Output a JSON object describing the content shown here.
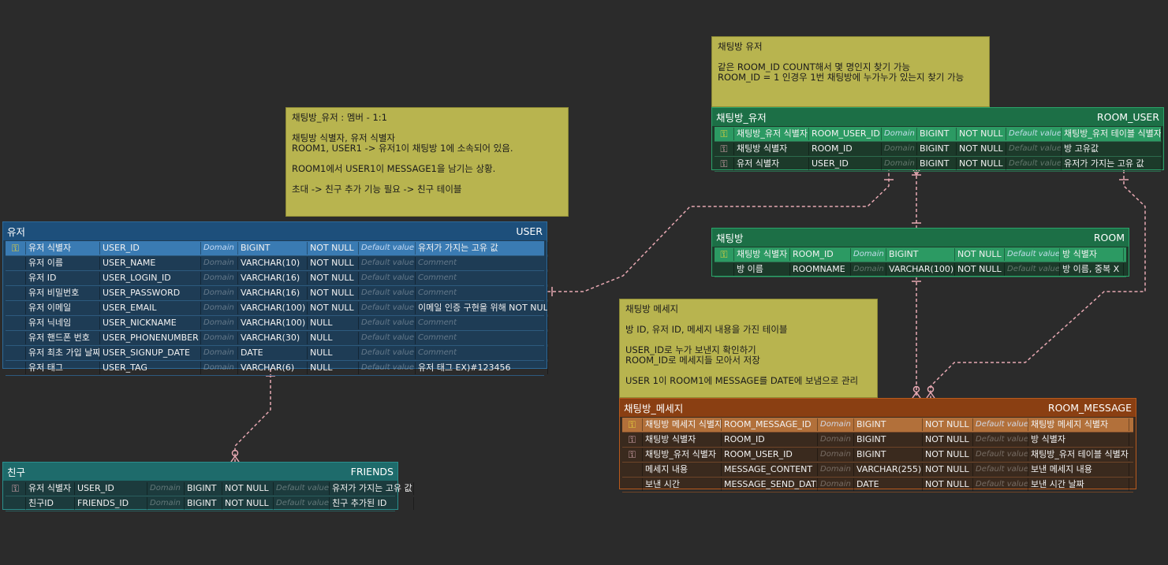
{
  "notes": {
    "member": [
      "채팅방_유저 : 멤버 - 1:1",
      "채팅방 식별자, 유저 식별자\nROOM1, USER1 -> 유저1이 채팅방 1에 소속되어 있음.",
      "ROOM1에서 USER1이 MESSAGE1을 남기는 상황.",
      "초대 -> 친구 추가 기능 필요 -> 친구 테이블"
    ],
    "room_user": [
      "채팅방 유저",
      "같은 ROOM_ID COUNT해서 몇 명인지 찾기 가능\nROOM_ID = 1 인경우 1번 채팅방에 누가누가 있는지 찾기 가능"
    ],
    "room_message": [
      "채팅방 메세지",
      "방 ID, 유저 ID, 메세지 내용을 가진 테이블",
      "USER_ID로 누가 보낸지 확인하기\nROOM_ID로 메세지들 모아서 저장",
      "USER 1이 ROOM1에 MESSAGE를 DATE에 보냄으로 관리"
    ]
  },
  "tables": {
    "user": {
      "logical_name": "유저",
      "physical_name": "USER",
      "rows": [
        {
          "key": "pk",
          "logical": "유저 식별자",
          "physical": "USER_ID",
          "domain": "Domain",
          "type": "BIGINT",
          "null": "NOT NULL",
          "default": "Default value",
          "comment": "유저가 가지는 고유 값",
          "comment_ph": false
        },
        {
          "key": "",
          "logical": "유저 이름",
          "physical": "USER_NAME",
          "domain": "Domain",
          "type": "VARCHAR(10)",
          "null": "NOT NULL",
          "default": "Default value",
          "comment": "Comment",
          "comment_ph": true
        },
        {
          "key": "",
          "logical": "유저 ID",
          "physical": "USER_LOGIN_ID",
          "domain": "Domain",
          "type": "VARCHAR(16)",
          "null": "NOT NULL",
          "default": "Default value",
          "comment": "Comment",
          "comment_ph": true
        },
        {
          "key": "",
          "logical": "유저 비밀번호",
          "physical": "USER_PASSWORD",
          "domain": "Domain",
          "type": "VARCHAR(16)",
          "null": "NOT NULL",
          "default": "Default value",
          "comment": "Comment",
          "comment_ph": true
        },
        {
          "key": "",
          "logical": "유저 이메일",
          "physical": "USER_EMAIL",
          "domain": "Domain",
          "type": "VARCHAR(100)",
          "null": "NOT NULL",
          "default": "Default value",
          "comment": "이메일 인증 구현을 위해 NOT NULL",
          "comment_ph": false
        },
        {
          "key": "",
          "logical": "유저 닉네임",
          "physical": "USER_NICKNAME",
          "domain": "Domain",
          "type": "VARCHAR(100)",
          "null": "NULL",
          "default": "Default value",
          "comment": "Comment",
          "comment_ph": true
        },
        {
          "key": "",
          "logical": "유저 핸드폰 번호",
          "physical": "USER_PHONENUMBER",
          "domain": "Domain",
          "type": "VARCHAR(30)",
          "null": "NULL",
          "default": "Default value",
          "comment": "Comment",
          "comment_ph": true
        },
        {
          "key": "",
          "logical": "유저 최초 가입 날짜",
          "physical": "USER_SIGNUP_DATE",
          "domain": "Domain",
          "type": "DATE",
          "null": "NULL",
          "default": "Default value",
          "comment": "Comment",
          "comment_ph": true
        },
        {
          "key": "",
          "logical": "유저 태그",
          "physical": "USER_TAG",
          "domain": "Domain",
          "type": "VARCHAR(6)",
          "null": "NULL",
          "default": "Default value",
          "comment": "유저 태그 EX)#123456",
          "comment_ph": false
        }
      ]
    },
    "friends": {
      "logical_name": "친구",
      "physical_name": "FRIENDS",
      "rows": [
        {
          "key": "fk",
          "logical": "유저 식별자",
          "physical": "USER_ID",
          "domain": "Domain",
          "type": "BIGINT",
          "null": "NOT NULL",
          "default": "Default value",
          "comment": "유저가 가지는 고유 값",
          "comment_ph": false
        },
        {
          "key": "",
          "logical": "친구ID",
          "physical": "FRIENDS_ID",
          "domain": "Domain",
          "type": "BIGINT",
          "null": "NOT NULL",
          "default": "Default value",
          "comment": "친구 추가된 ID",
          "comment_ph": false
        }
      ]
    },
    "room_user": {
      "logical_name": "채팅방_유저",
      "physical_name": "ROOM_USER",
      "rows": [
        {
          "key": "pk",
          "logical": "채팅방_유저 식별자",
          "physical": "ROOM_USER_ID",
          "domain": "Domain",
          "type": "BIGINT",
          "null": "NOT NULL",
          "default": "Default value",
          "comment": "채팅방_유저 테이블 식별자",
          "comment_ph": false
        },
        {
          "key": "fk",
          "logical": "채팅방 식별자",
          "physical": "ROOM_ID",
          "domain": "Domain",
          "type": "BIGINT",
          "null": "NOT NULL",
          "default": "Default value",
          "comment": "방 고유값",
          "comment_ph": false
        },
        {
          "key": "fk",
          "logical": "유저 식별자",
          "physical": "USER_ID",
          "domain": "Domain",
          "type": "BIGINT",
          "null": "NOT NULL",
          "default": "Default value",
          "comment": "유저가 가지는 고유 값",
          "comment_ph": false
        }
      ]
    },
    "room": {
      "logical_name": "채팅방",
      "physical_name": "ROOM",
      "rows": [
        {
          "key": "pk",
          "logical": "채팅방 식별자",
          "physical": "ROOM_ID",
          "domain": "Domain",
          "type": "BIGINT",
          "null": "NOT NULL",
          "default": "Default value",
          "comment": "방 식별자",
          "comment_ph": false
        },
        {
          "key": "",
          "logical": "방 이름",
          "physical": "ROOMNAME",
          "domain": "Domain",
          "type": "VARCHAR(100)",
          "null": "NOT NULL",
          "default": "Default value",
          "comment": "방 이름, 중복 X",
          "comment_ph": false
        }
      ]
    },
    "room_message": {
      "logical_name": "채팅방_메세지",
      "physical_name": "ROOM_MESSAGE",
      "rows": [
        {
          "key": "pk",
          "logical": "채팅방 메세지 식별자",
          "physical": "ROOM_MESSAGE_ID",
          "domain": "Domain",
          "type": "BIGINT",
          "null": "NOT NULL",
          "default": "Default value",
          "comment": "채팅방 메세지 식별자",
          "comment_ph": false
        },
        {
          "key": "fk",
          "logical": "채팅방 식별자",
          "physical": "ROOM_ID",
          "domain": "Domain",
          "type": "BIGINT",
          "null": "NOT NULL",
          "default": "Default value",
          "comment": "방 식별자",
          "comment_ph": false
        },
        {
          "key": "fk",
          "logical": "채팅방_유저 식별자",
          "physical": "ROOM_USER_ID",
          "domain": "Domain",
          "type": "BIGINT",
          "null": "NOT NULL",
          "default": "Default value",
          "comment": "채팅방_유저 테이블 식별자",
          "comment_ph": false
        },
        {
          "key": "",
          "logical": "메세지 내용",
          "physical": "MESSAGE_CONTENT",
          "domain": "Domain",
          "type": "VARCHAR(255)",
          "null": "NOT NULL",
          "default": "Default value",
          "comment": "보낸 메세지 내용",
          "comment_ph": false
        },
        {
          "key": "",
          "logical": "보낸 시간",
          "physical": "MESSAGE_SEND_DATE",
          "domain": "Domain",
          "type": "DATE",
          "null": "NOT NULL",
          "default": "Default value",
          "comment": "보낸 시간 날짜",
          "comment_ph": false
        }
      ]
    }
  },
  "colors": {
    "background": "#2b2b2b",
    "note": "#b8b44f",
    "relation_line": "#e8a9b3",
    "user_header": "#1d4f7b",
    "room_header": "#1c6f46",
    "message_header": "#8a3f12",
    "friends_header": "#1e6b6b"
  },
  "icons": {
    "primary_key": "key-icon",
    "foreign_key": "foreign-key-icon"
  }
}
